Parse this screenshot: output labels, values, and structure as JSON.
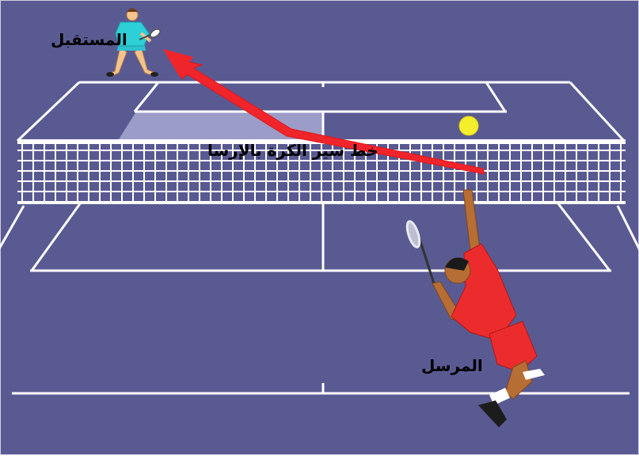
{
  "labels": {
    "receiver": "المستقبل",
    "ball_path": "خط سير الكرة بالإرسا",
    "server": "المرسل"
  },
  "colors": {
    "court": "#5a5a93",
    "lines": "#ffffff",
    "service_box_highlight": "#9c9cc8",
    "arrow": "#f0252b",
    "ball": "#f5ef2b",
    "receiver_shirt": "#2ed0d8",
    "server_shirt": "#ec2c2c"
  },
  "icons": [
    "tennis-ball",
    "tennis-racket",
    "receiver-player",
    "server-player",
    "trajectory-arrow"
  ]
}
